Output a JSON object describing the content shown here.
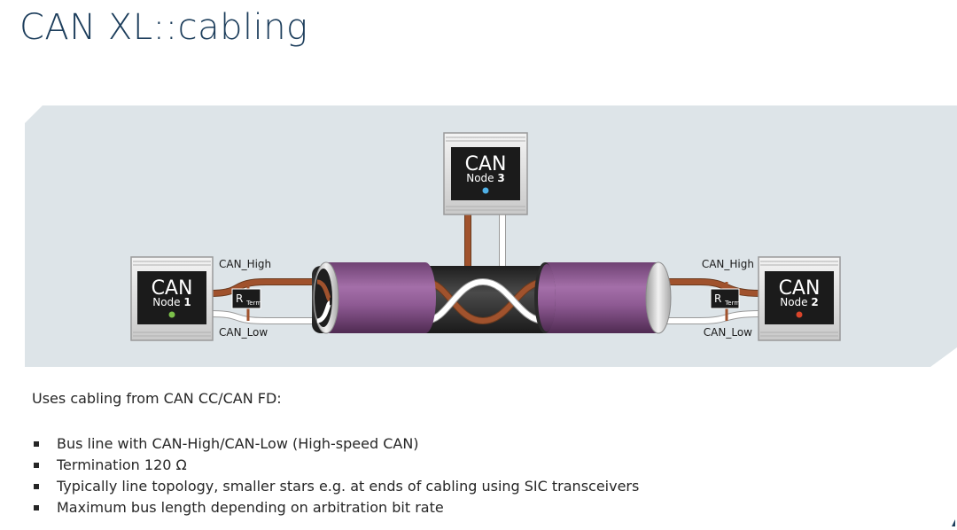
{
  "title": "CAN XL::cabling",
  "nodes": [
    {
      "label": "CAN",
      "sublabel": "Node",
      "number": "1",
      "led_color": "#7cc04a"
    },
    {
      "label": "CAN",
      "sublabel": "Node",
      "number": "2",
      "led_color": "#d9442a"
    },
    {
      "label": "CAN",
      "sublabel": "Node",
      "number": "3",
      "led_color": "#4fb0e6"
    }
  ],
  "wire_labels": {
    "left_high": "CAN_High",
    "left_low": "CAN_Low",
    "right_high": "CAN_High",
    "right_low": "CAN_Low"
  },
  "termination": {
    "symbol": "R",
    "subscript": "Term"
  },
  "colors": {
    "wire_high": "#a0522d",
    "wire_low": "#ffffff",
    "cable_sheath": "#8e5a93",
    "cable_core": "#333333",
    "panel_bg": "#dde4e8",
    "title": "#1d3e5c"
  },
  "content": {
    "intro": "Uses cabling from CAN CC/CAN FD:",
    "bullets": [
      "Bus line with CAN-High/CAN-Low (High-speed CAN)",
      "Termination 120 Ω",
      "Typically line topology, smaller stars e.g. at ends of cabling using SIC transceivers",
      "Maximum bus length depending on arbitration bit rate"
    ]
  }
}
